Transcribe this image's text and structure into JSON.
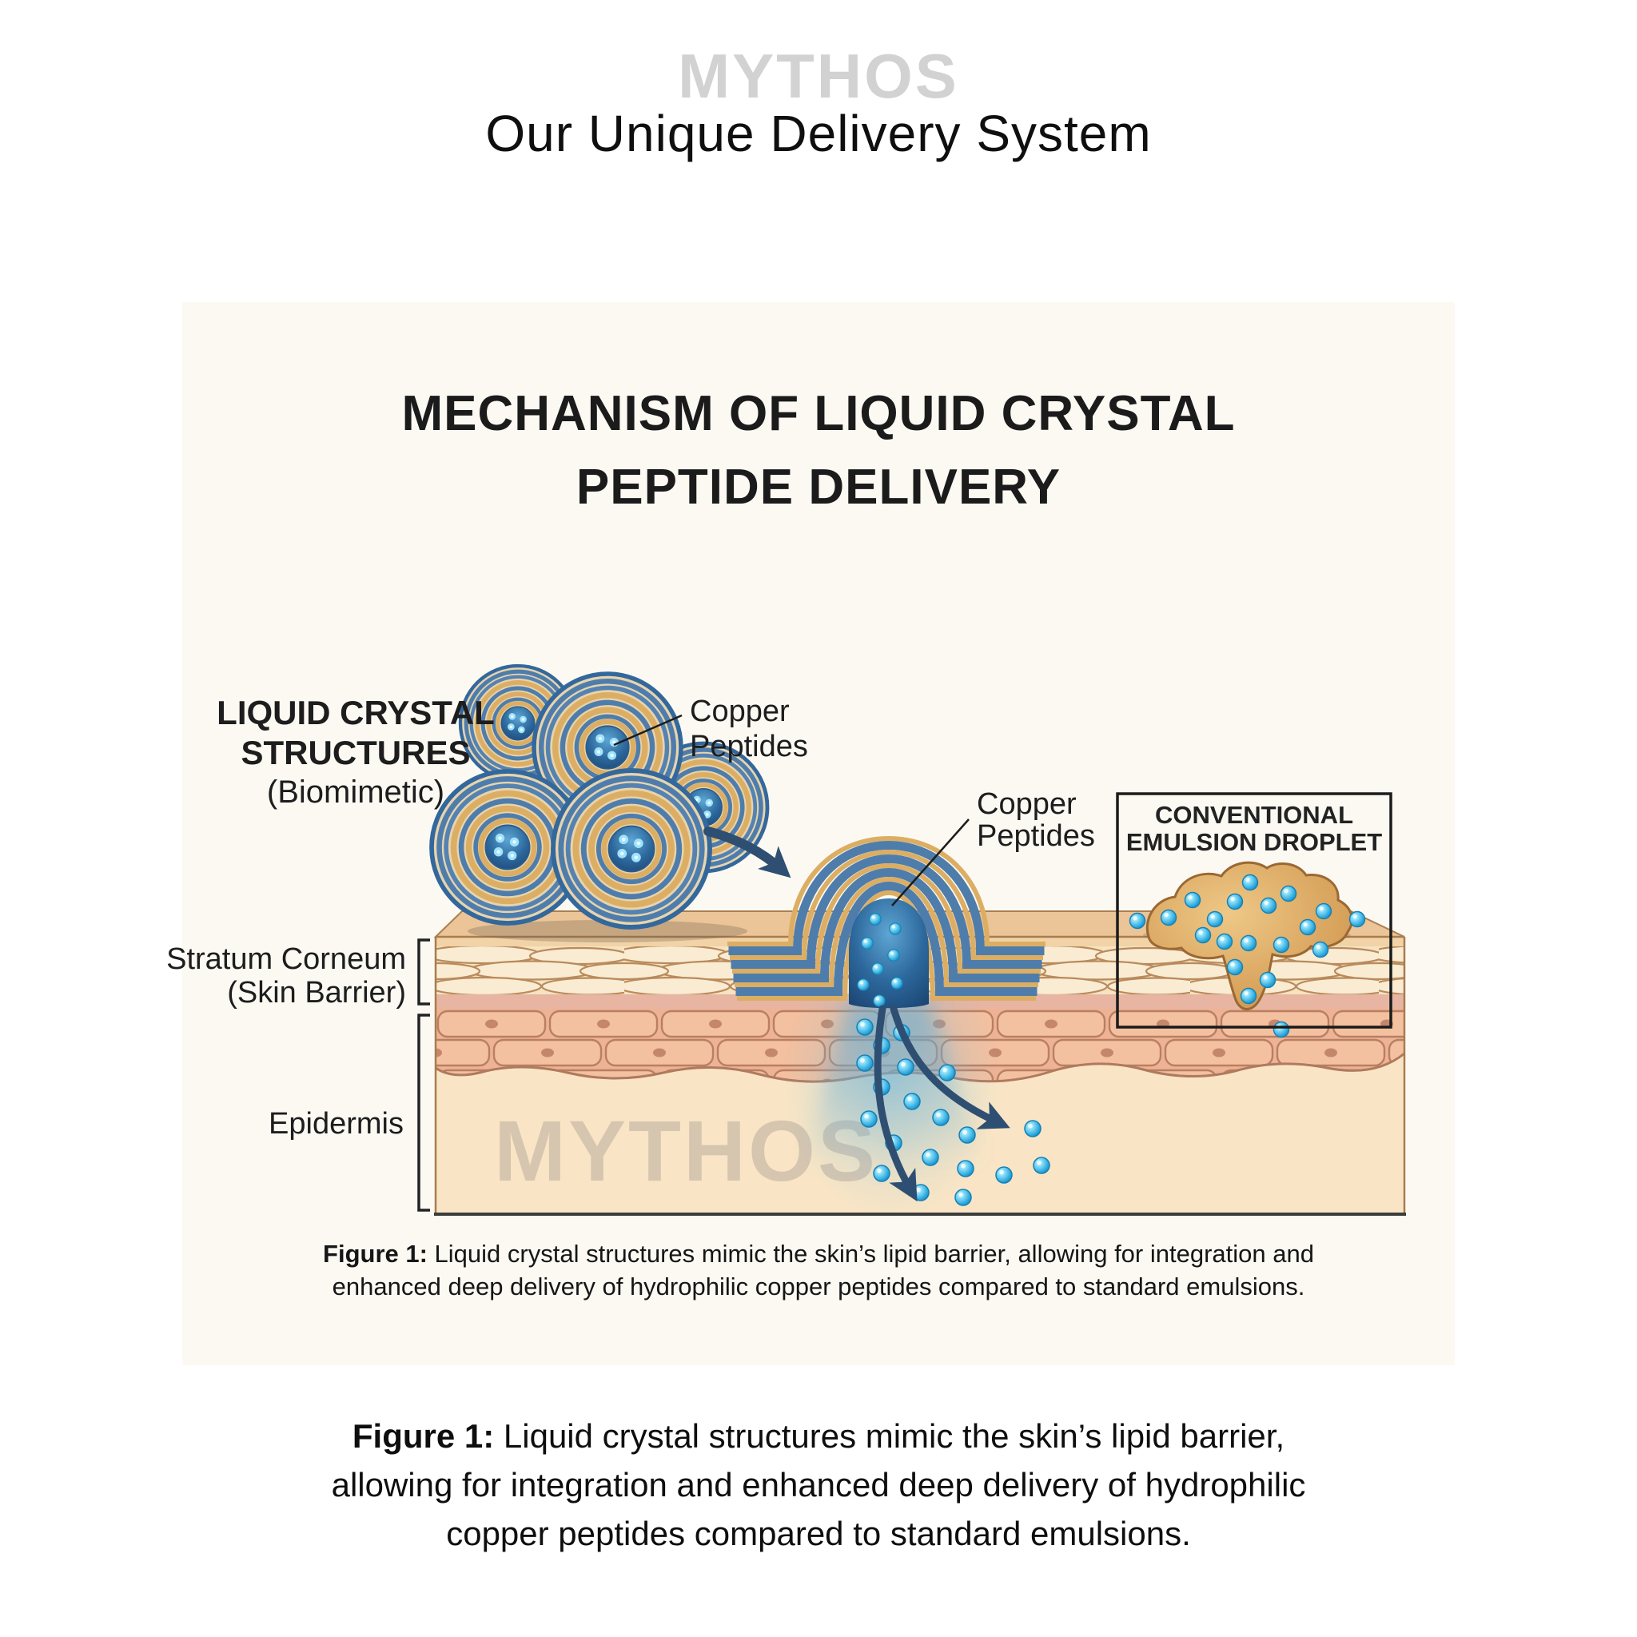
{
  "header": {
    "brand": "MYTHOS",
    "subtitle": "Our Unique Delivery System"
  },
  "figure": {
    "title_line1": "MECHANISM OF LIQUID CRYSTAL",
    "title_line2": "PEPTIDE DELIVERY",
    "watermark": "MYTHOS",
    "labels": {
      "liquid_crystal_line1": "LIQUID CRYSTAL",
      "liquid_crystal_line2": "STRUCTURES",
      "liquid_crystal_line3": "(Biomimetic)",
      "copper_peptides_line1": "Copper",
      "copper_peptides_line2": "Peptides",
      "stratum_line1": "Stratum Corneum",
      "stratum_line2": "(Skin Barrier)",
      "epidermis": "Epidermis",
      "conventional_line1": "CONVENTIONAL",
      "conventional_line2": "EMULSION DROPLET"
    },
    "caption": {
      "prefix": "Figure 1:",
      "line1_rest": " Liquid crystal structures mimic the skin’s lipid barrier, allowing for integration and",
      "line2": "enhanced deep delivery of hydrophilic copper peptides compared to standard emulsions."
    }
  },
  "bottom_caption": {
    "prefix": "Figure 1:",
    "line1_rest": " Liquid crystal structures mimic the skin’s lipid barrier,",
    "line2": "allowing for integration and enhanced deep delivery of hydrophilic",
    "line3": "copper peptides compared to standard emulsions."
  },
  "colors": {
    "brand_gray": "#d2d2d2",
    "heading_black": "#1b1b1b",
    "lamellar_gold": "#dcae63",
    "lamellar_blue": "#4f7dab",
    "core_dark_blue": "#1b4674",
    "droplet_blue": "#2aa6db",
    "arrow_slate": "#2e4f72",
    "skin_top_face": "#ebc497",
    "stratum_cream": "#f5e3c1",
    "epidermis_pink": "#edb394",
    "epidermis_deep": "#f9e5c5",
    "watermark_tan": "#c2b3a2",
    "box_border": "#1b1b1b",
    "emulsion_amber": "#d9a55f"
  }
}
